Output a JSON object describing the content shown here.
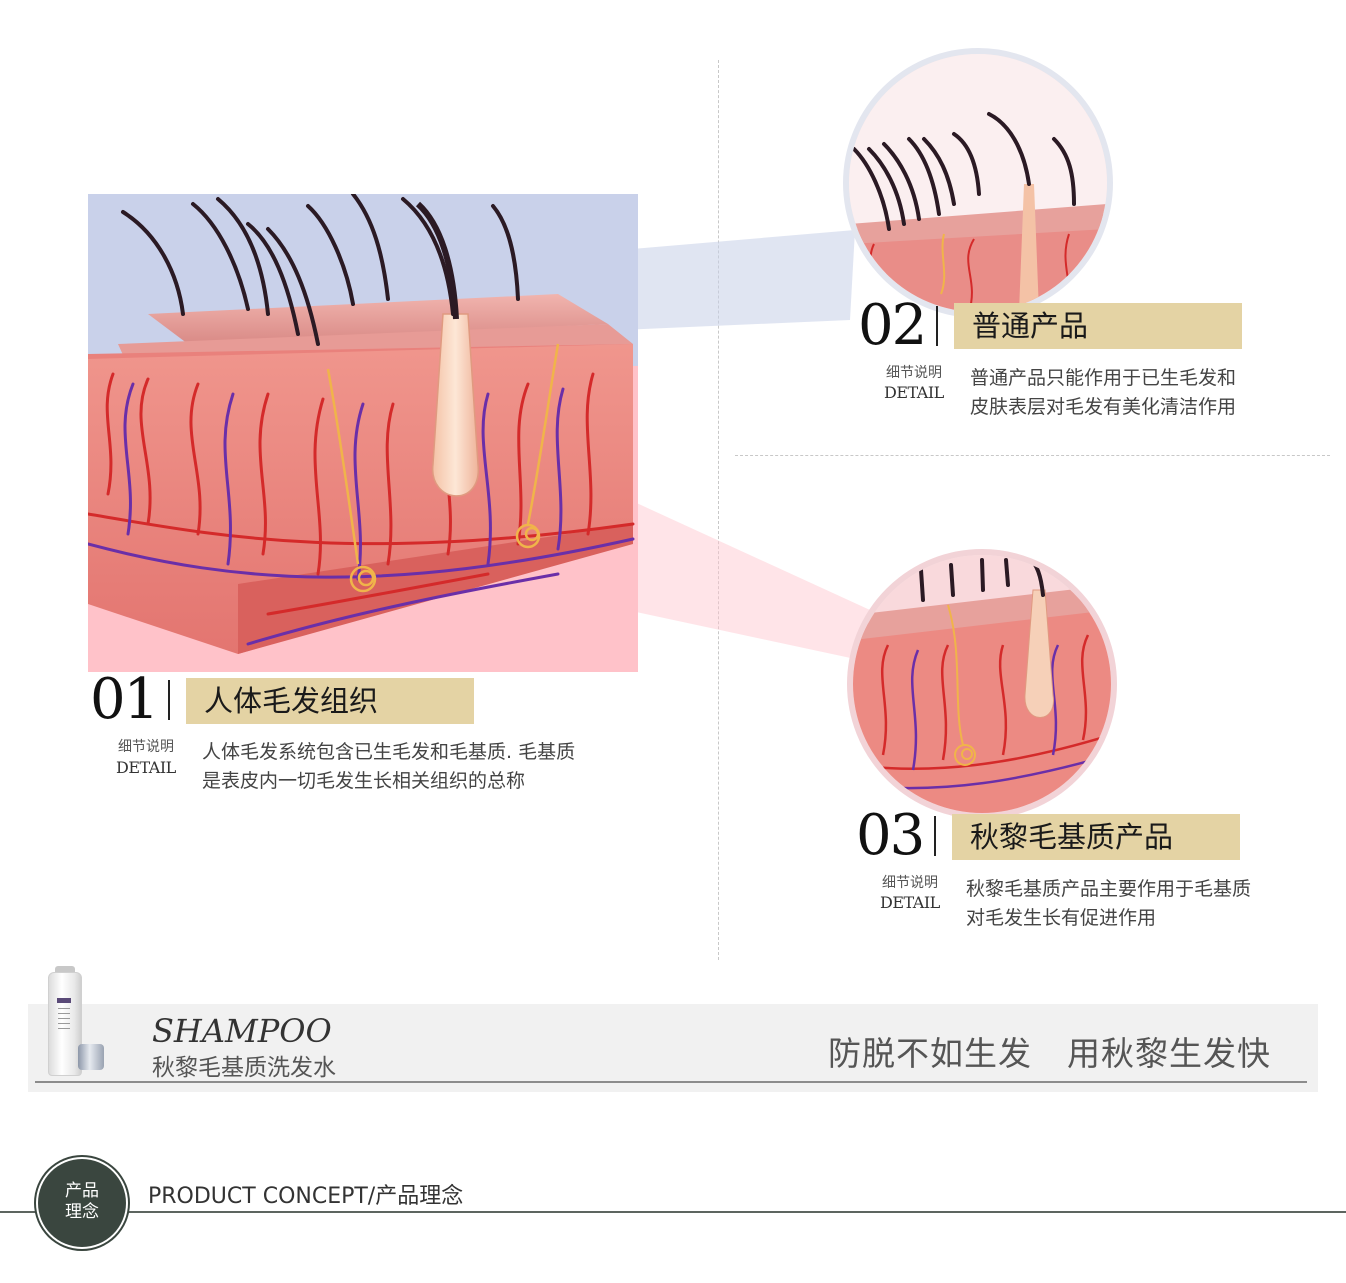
{
  "sections": [
    {
      "number": "01",
      "title": "人体毛发组织",
      "detail_cn": "细节说明",
      "detail_en": "DETAIL",
      "desc_line1": "人体毛发系统包含已生毛发和毛基质. 毛基质",
      "desc_line2": "是表皮内一切毛发生长相关组织的总称"
    },
    {
      "number": "02",
      "title": "普通产品",
      "detail_cn": "细节说明",
      "detail_en": "DETAIL",
      "desc_line1": "普通产品只能作用于已生毛发和",
      "desc_line2": "皮肤表层对毛发有美化清洁作用"
    },
    {
      "number": "03",
      "title": "秋黎毛基质产品",
      "detail_cn": "细节说明",
      "detail_en": "DETAIL",
      "desc_line1": "秋黎毛基质产品主要作用于毛基质",
      "desc_line2": "对毛发生长有促进作用"
    }
  ],
  "banner": {
    "title_en": "SHAMPOO",
    "title_cn": "秋黎毛基质洗发水",
    "slogan": "防脱不如生发  用秋黎生发快"
  },
  "concept": {
    "badge_line1": "产品",
    "badge_line2": "理念",
    "label": "PRODUCT CONCEPT/产品理念"
  },
  "colors": {
    "title_bar": "#e4d3a4",
    "skin": "#e8877f",
    "hair": "#2b1a24",
    "artery": "#d42a2a",
    "vein": "#6a2fa8",
    "top_overlay": "#bcc6e4",
    "bottom_overlay": "#ffb6be",
    "badge": "#3a463f"
  }
}
